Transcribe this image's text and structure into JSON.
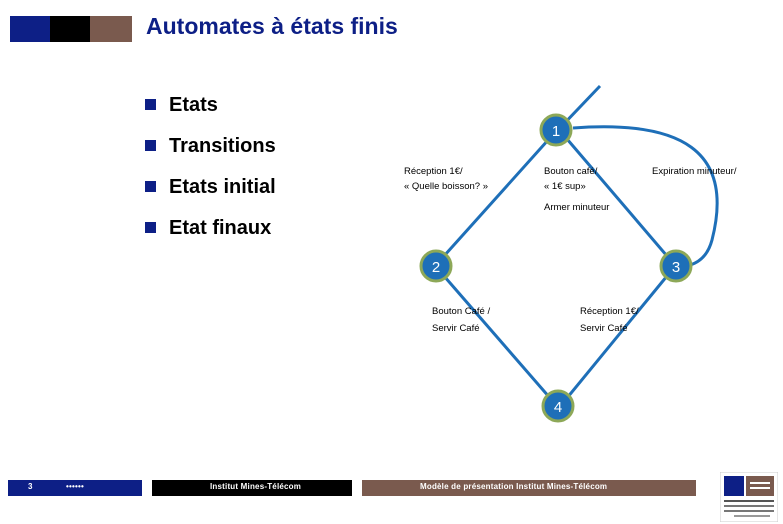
{
  "header": {
    "title": "Automates à états finis",
    "colors": {
      "blue": "#0d1f86",
      "black": "#000000",
      "brown": "#7a5a4e"
    }
  },
  "bullets": [
    {
      "label": "Etats"
    },
    {
      "label": "Transitions"
    },
    {
      "label": "Etats initial"
    },
    {
      "label": "Etat finaux"
    }
  ],
  "diagram": {
    "node_color": "#1e6fb8",
    "node_border": "#8da858",
    "edge_color": "#1e6fb8",
    "nodes": [
      {
        "id": "1",
        "label": "1"
      },
      {
        "id": "2",
        "label": "2"
      },
      {
        "id": "3",
        "label": "3"
      },
      {
        "id": "4",
        "label": "4"
      }
    ],
    "edge_labels": {
      "e12_line1": "Réception 1€/",
      "e12_line2": "« Quelle boisson? »",
      "e13_line1": "Bouton café/",
      "e13_line2": "« 1€ sup»",
      "e13_line3": "Armer minuteur",
      "e31_line1": "Expiration minuteur/",
      "e24_line1": "Bouton Café /",
      "e24_line2": "Servir Café",
      "e34_line1": "Réception 1€/",
      "e34_line2": "Servir Café"
    }
  },
  "footer": {
    "page_number": "3",
    "date": "••••••",
    "organization": "Institut Mines-Télécom",
    "title": "Modèle de présentation Institut Mines-Télécom"
  }
}
